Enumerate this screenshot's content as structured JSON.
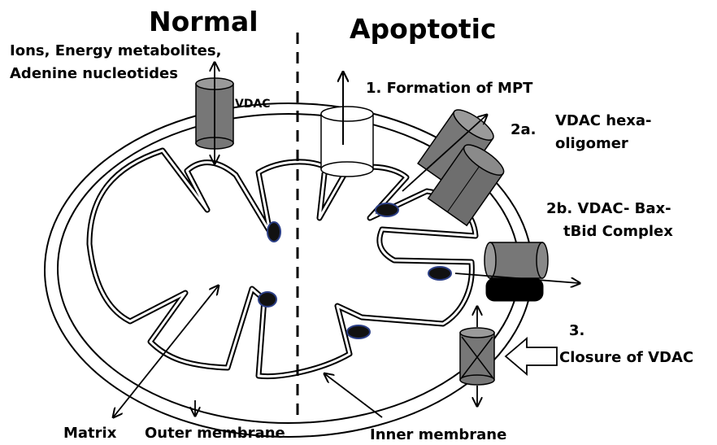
{
  "headings": {
    "normal": "Normal",
    "apoptotic": "Apoptotic"
  },
  "labels": {
    "ions_line1": "Ions, Energy metabolites,",
    "ions_line2": "Adenine nucleotides",
    "vdac": "VDAC",
    "mpt": "1.  Formation of MPT",
    "hexa_num": "2a.",
    "hexa_line1": "VDAC hexa-",
    "hexa_line2": "oligomer",
    "bax_line1": "2b. VDAC- Bax-",
    "bax_line2": "tBid Complex",
    "closure_num": "3.",
    "closure_text": "Closure of VDAC",
    "matrix": "Matrix",
    "outer_membrane": "Outer membrane",
    "inner_membrane": "Inner membrane"
  },
  "colors": {
    "channel_fill": "#777777",
    "channel_top": "#9a9a9a",
    "complex_dark": "#000000",
    "pore_fill": "#111111",
    "pore_stroke": "#2c3f86",
    "line": "#000000"
  },
  "icons": [
    "vdac-channel-icon",
    "mpt-pore-icon",
    "hexamer-icon",
    "bax-complex-icon",
    "closed-vdac-icon",
    "block-arrow-icon"
  ]
}
